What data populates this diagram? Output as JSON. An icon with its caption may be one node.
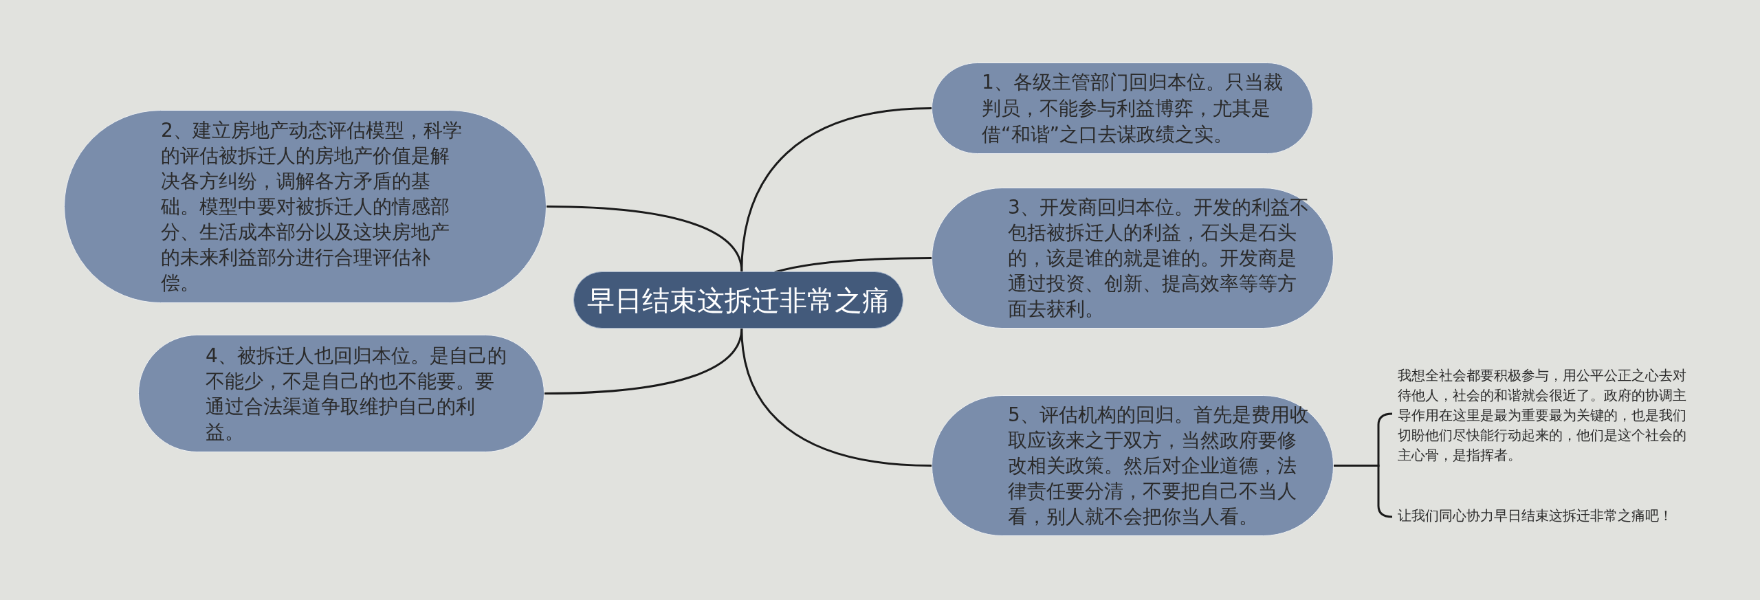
{
  "diagram": {
    "nodes": [
      {
        "text": [
          "早日结束这拆迁非常之痛"
        ]
      },
      {
        "text": [
          "1、各级主管部门回归本位。只当裁判员，不能参与利益博弈，尤其是借“和谐”之口去谋政绩之实。"
        ]
      },
      {
        "text": [
          "2、建立房地产动态评估模型，科学的评估被拆迁人的房地产价值是解决各方纠纷，调解各方矛盾的基础。模型中要对被拆迁人的情感部分、生活成本部分以及这块房地产的未来利益部分进行合理评估补偿。"
        ]
      },
      {
        "text": [
          "3、开发商回归本位。开发的利益不包括被拆迁人的利益，石头是石头的，该是谁的就是谁的。开发商是通过投资、创新、提高效率等等方面去获利。"
        ]
      },
      {
        "text": [
          "4、被拆迁人也回归本位。是自己的不能少，不是自己的也不能要。要通过合法渠道争取维护自己的利益。"
        ]
      },
      {
        "text": [
          "5、评估机构的回归。首先是费用收取应该来之于双方，当然政府要修改相关政策。然后对企业道德，法律责任要分清，不要把自己不当人看，别人就不会把你当人看。"
        ]
      },
      {
        "text": [
          "我想全社会都要积极参与，用公平公正之心去对待他人，社会的和谐就会很近了。政府的协调主导作用在这里是最为重要最为关键的，也是我们切盼他们尽快能行动起来的，他们是这个社会的主心骨，是指挥者。"
        ]
      },
      {
        "text": [
          "让我们同心协力早日结束这拆迁非常之痛吧！"
        ]
      }
    ],
    "edges": [
      {
        "from": 0,
        "to": 1,
        "arrow": "none"
      },
      {
        "from": 0,
        "to": 2,
        "arrow": "none"
      },
      {
        "from": 0,
        "to": 3,
        "arrow": "none"
      },
      {
        "from": 0,
        "to": 4,
        "arrow": "none"
      },
      {
        "from": 0,
        "to": 5,
        "arrow": "none"
      },
      {
        "from": 5,
        "to": 6,
        "arrow": "none"
      },
      {
        "from": 5,
        "to": 7,
        "arrow": "none"
      }
    ]
  }
}
